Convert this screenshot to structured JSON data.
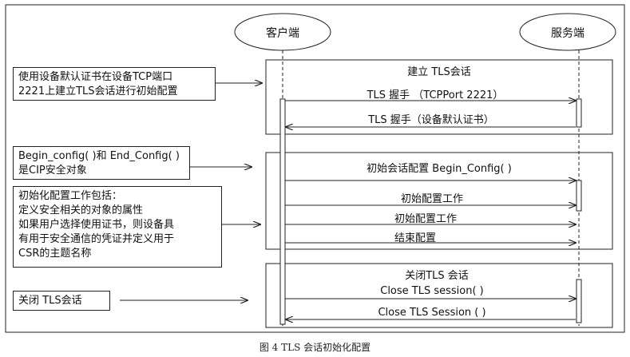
{
  "actors": {
    "client": "客户端",
    "server": "服务端"
  },
  "sections": {
    "establish": {
      "title": "建立 TLS会话",
      "msg1": "TLS 握手 （TCPPort 2221）",
      "msg2": "TLS 握手（设备默认证书）"
    },
    "configure": {
      "title": "初始会话配置 Begin_Config( )",
      "msg1": "初始配置工作",
      "msg2": "初始配置工作",
      "msg3": "结束配置"
    },
    "close": {
      "title": "关闭TLS 会话",
      "msg1": "Close TLS session( )",
      "msg2": "Close TLS Session ( )"
    }
  },
  "notes": {
    "note1": "使用设备默认证书在设备TCP端口\n2221上建立TLS会话进行初始配置",
    "note2": "Begin_config( )和 End_Config( )\n是CIP安全对象",
    "note3": "初始化配置工作包括：\n定义安全相关的对象的属性\n如果用户选择使用证书，则设备具\n有用于安全通信的凭证并定义用于\nCSR的主题名称",
    "note4": "关闭 TLS会话"
  },
  "caption": "图 4    TLS 会话初始化配置",
  "colors": {
    "line": "#222222",
    "background": "#ffffff"
  }
}
